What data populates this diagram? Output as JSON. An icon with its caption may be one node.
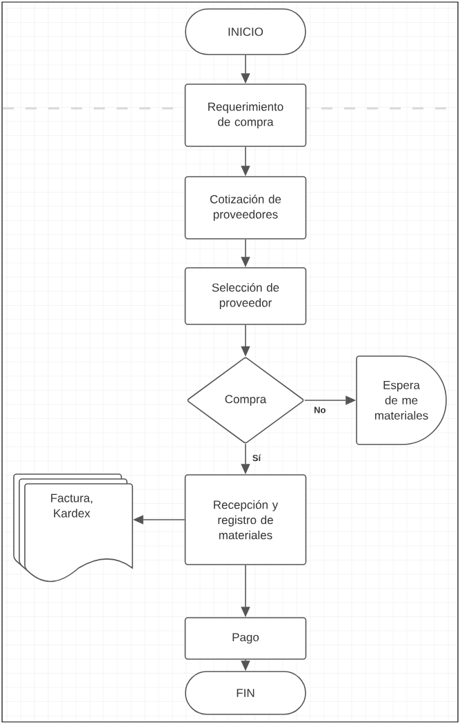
{
  "diagram": {
    "nodes": [
      {
        "text": [
          "INICIO"
        ]
      },
      {
        "text": [
          "Requerimiento de compra"
        ]
      },
      {
        "text": [
          "Cotización de proveedores"
        ]
      },
      {
        "text": [
          "Selección de proveedor"
        ]
      },
      {
        "text": [
          "Compra"
        ]
      },
      {
        "text": [
          "Espera de me materiales"
        ]
      },
      {
        "text": [
          "Recepción y registro de materiales"
        ]
      },
      {
        "text": [
          "Factura, Kardex"
        ]
      },
      {
        "text": [
          "Pago"
        ]
      },
      {
        "text": [
          "FIN"
        ]
      }
    ],
    "edges": [
      {
        "from": 0,
        "to": 1,
        "arrow": "to"
      },
      {
        "from": 1,
        "to": 2,
        "arrow": "to"
      },
      {
        "from": 2,
        "to": 3,
        "arrow": "to"
      },
      {
        "from": 3,
        "to": 4,
        "arrow": "to"
      },
      {
        "from": 4,
        "to": 5,
        "arrow": "to",
        "label": "No"
      },
      {
        "from": 4,
        "to": 6,
        "arrow": "to",
        "label": "Sí"
      },
      {
        "from": 6,
        "to": 7,
        "arrow": "to"
      },
      {
        "from": 6,
        "to": 8,
        "arrow": "to"
      },
      {
        "from": 8,
        "to": 9,
        "arrow": "to"
      }
    ]
  }
}
